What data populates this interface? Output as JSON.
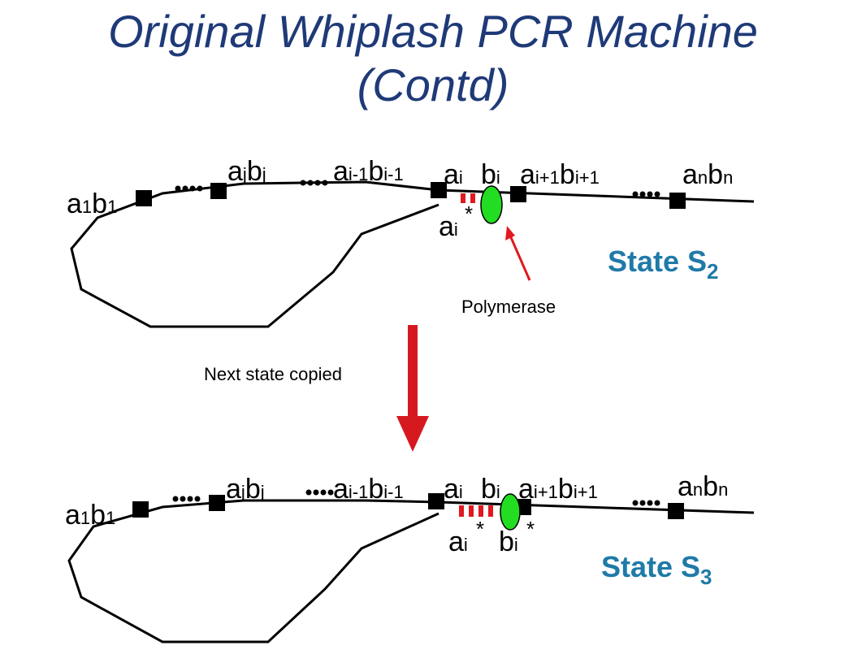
{
  "title": {
    "line1": "Original Whiplash PCR Machine",
    "line2": "(Contd)"
  },
  "state_top": {
    "labels": {
      "a1b1": {
        "a": "a",
        "as": "1",
        "b": "b",
        "bs": "1"
      },
      "ajbj": {
        "a": "a",
        "as": "j",
        "b": "b",
        "bs": "j"
      },
      "ai1bi1": {
        "a": "a",
        "as": "i-1",
        "b": "b",
        "bs": "i-1"
      },
      "ai": {
        "a": "a",
        "as": "i"
      },
      "bi": {
        "b": "b",
        "bs": "i"
      },
      "aip1bip1": {
        "a": "a",
        "as": "i+1",
        "b": "b",
        "bs": "i+1"
      },
      "anbn": {
        "a": "a",
        "as": "n",
        "b": "b",
        "bs": "n"
      },
      "ai_star": {
        "a": "a",
        "as": "i",
        "star": "*"
      }
    },
    "state_label": {
      "text": "State S",
      "sub": "2"
    },
    "polymerase_label": "Polymerase"
  },
  "transition_label": "Next state copied",
  "state_bottom": {
    "labels": {
      "a1b1": {
        "a": "a",
        "as": "1",
        "b": "b",
        "bs": "1"
      },
      "ajbj": {
        "a": "a",
        "as": "j",
        "b": "b",
        "bs": "j"
      },
      "ai1bi1": {
        "a": "a",
        "as": "i-1",
        "b": "b",
        "bs": "i-1"
      },
      "ai": {
        "a": "a",
        "as": "i"
      },
      "bi": {
        "b": "b",
        "bs": "i"
      },
      "aip1bip1": {
        "a": "a",
        "as": "i+1",
        "b": "b",
        "bs": "i+1"
      },
      "anbn": {
        "a": "a",
        "as": "n",
        "b": "b",
        "bs": "n"
      },
      "ai_star": {
        "a": "a",
        "as": "i",
        "star": "*"
      },
      "bi_star": {
        "b": "b",
        "bs": "i",
        "star": "*"
      }
    },
    "state_label": {
      "text": "State S",
      "sub": "3"
    }
  },
  "colors": {
    "title": "#1f3a78",
    "state_label": "#1f7aa8",
    "red": "#e0191f",
    "green": "#22dd22",
    "black": "#000000"
  }
}
